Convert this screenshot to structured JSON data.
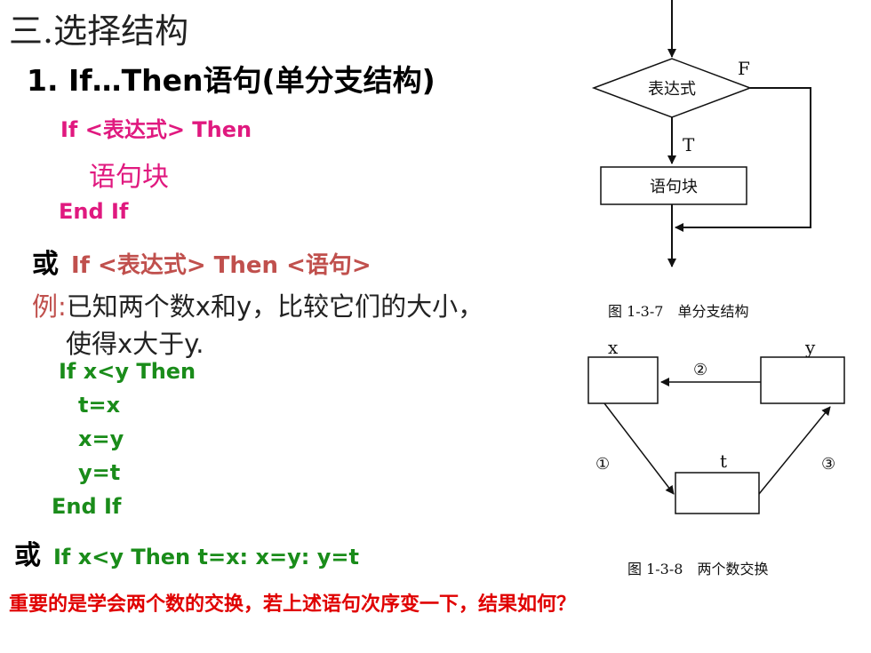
{
  "slide": {
    "title": "三.选择结构",
    "heading": "1. If…Then语句(单分支结构)",
    "syntax_block": {
      "line1": "If <表达式> Then",
      "line2": "语句块",
      "line3": "End If"
    },
    "alt_syntax": {
      "or_word": "或",
      "code": "If <表达式> Then <语句>"
    },
    "example": {
      "label": "例:",
      "text_line1": "已知两个数x和y，比较它们的大小，",
      "text_line2": "使得x大于y."
    },
    "code_block": [
      "If  x<y Then",
      "t=x",
      "x=y",
      "y=t",
      "End If"
    ],
    "alt_code": {
      "or_word": "或",
      "code": "If  x<y Then t=x: x=y: y=t"
    },
    "note": "重要的是学会两个数的交换，若上述语句次序变一下，结果如何？"
  },
  "figure1": {
    "decision_label": "表达式",
    "false_label": "F",
    "true_label": "T",
    "block_label": "语句块",
    "caption": "图 1-3-7　单分支结构"
  },
  "figure2": {
    "x_label": "x",
    "y_label": "y",
    "t_label": "t",
    "step1": "①",
    "step2": "②",
    "step3": "③",
    "caption": "图 1-3-8　两个数交换"
  }
}
